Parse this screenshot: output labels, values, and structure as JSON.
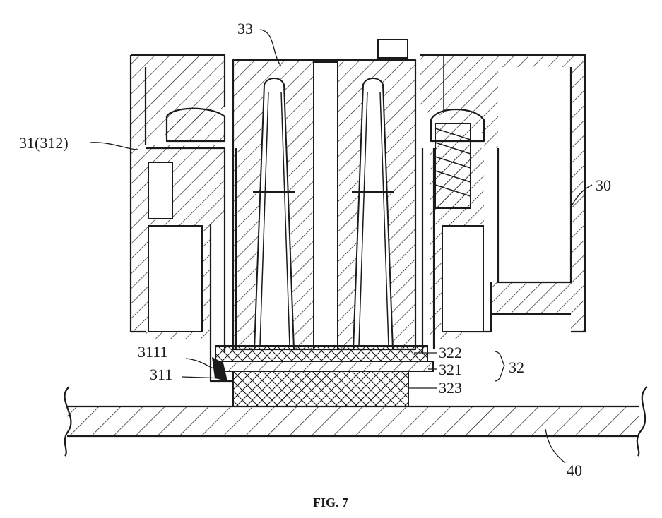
{
  "figure": {
    "caption": "FIG. 7",
    "labels": {
      "part_33": "33",
      "part_31_312": "31(312)",
      "part_30": "30",
      "part_3111": "3111",
      "part_311": "311",
      "part_322": "322",
      "part_321": "321",
      "part_323": "323",
      "part_32": "32",
      "part_40": "40"
    },
    "colors": {
      "line": "#1a1a1a",
      "background": "#ffffff"
    }
  }
}
